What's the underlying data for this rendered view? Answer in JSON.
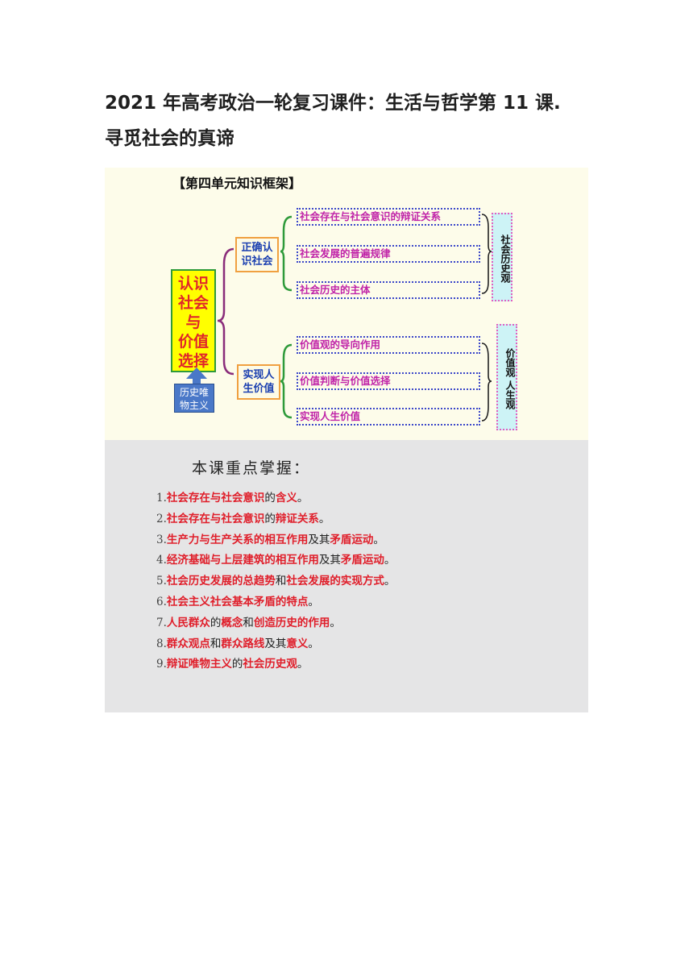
{
  "document": {
    "title_lines": [
      "2021 年高考政治一轮复习课件：生活与哲学第 11 课.",
      "寻觅社会的真谛"
    ]
  },
  "framework": {
    "heading": "【第四单元知识框架】",
    "main_box": "认识\n社会\n与\n价值\n选择",
    "base_box": "历史唯\n物主义",
    "branches": [
      {
        "label": "正确认\n识社会",
        "leaves": [
          "社会存在与社会意识的辩证关系",
          "社会发展的普遍规律",
          "社会历史的主体"
        ],
        "side_label": "社会历史观"
      },
      {
        "label": "实现人\n生价值",
        "leaves": [
          "价值观的导向作用",
          "价值判断与价值选择",
          "实现人生价值"
        ],
        "side_label": "价值观 人生观"
      }
    ]
  },
  "keypoints": {
    "title": "本课重点掌握：",
    "items": [
      {
        "num": "1.",
        "parts": [
          {
            "t": "社会存在与社会意识",
            "red": true
          },
          {
            "t": "的",
            "red": false
          },
          {
            "t": "含义",
            "red": true
          },
          {
            "t": "。",
            "red": false
          }
        ]
      },
      {
        "num": "2.",
        "parts": [
          {
            "t": "社会存在与社会意识",
            "red": true
          },
          {
            "t": "的",
            "red": false
          },
          {
            "t": "辩证关系",
            "red": true
          },
          {
            "t": "。",
            "red": false
          }
        ]
      },
      {
        "num": "3.",
        "parts": [
          {
            "t": "生产力与生产关系的相互作用",
            "red": true
          },
          {
            "t": "及其",
            "red": false
          },
          {
            "t": "矛盾运动",
            "red": true
          },
          {
            "t": "。",
            "red": false
          }
        ]
      },
      {
        "num": "4.",
        "parts": [
          {
            "t": "经济基础与上层建筑的相互作用",
            "red": true
          },
          {
            "t": "及其",
            "red": false
          },
          {
            "t": "矛盾运动",
            "red": true
          },
          {
            "t": "。",
            "red": false
          }
        ]
      },
      {
        "num": "5.",
        "parts": [
          {
            "t": "社会历史发展的总趋势",
            "red": true
          },
          {
            "t": "和",
            "red": false
          },
          {
            "t": "社会发展的实现方式",
            "red": true
          },
          {
            "t": "。",
            "red": false
          }
        ]
      },
      {
        "num": "6.",
        "parts": [
          {
            "t": "社会主义社会基本矛盾的特点",
            "red": true
          },
          {
            "t": "。",
            "red": false
          }
        ]
      },
      {
        "num": "7.",
        "parts": [
          {
            "t": "人民群众",
            "red": true
          },
          {
            "t": "的",
            "red": false
          },
          {
            "t": "概念",
            "red": true
          },
          {
            "t": "和",
            "red": false
          },
          {
            "t": "创造历史的作用",
            "red": true
          },
          {
            "t": "。",
            "red": false
          }
        ]
      },
      {
        "num": "8.",
        "parts": [
          {
            "t": "群众观点",
            "red": true
          },
          {
            "t": "和",
            "red": false
          },
          {
            "t": "群众路线",
            "red": true
          },
          {
            "t": "及其",
            "red": false
          },
          {
            "t": "意义",
            "red": true
          },
          {
            "t": "。",
            "red": false
          }
        ]
      },
      {
        "num": "9.",
        "parts": [
          {
            "t": "辩证唯物主义",
            "red": true
          },
          {
            "t": "的",
            "red": false
          },
          {
            "t": "社会历史观",
            "red": true
          },
          {
            "t": "。",
            "red": false
          }
        ]
      }
    ]
  },
  "colors": {
    "main_box_fill": "#ffff00",
    "main_box_text": "#e0262a",
    "base_box_fill": "#4a78c8",
    "branch_text": "#1a3fb0",
    "leaf_text": "#c023a8",
    "side_label_fill": "#cdf3f6",
    "keypoint_red": "#e01e2a",
    "keypoint_bg": "#e5e5e6"
  }
}
